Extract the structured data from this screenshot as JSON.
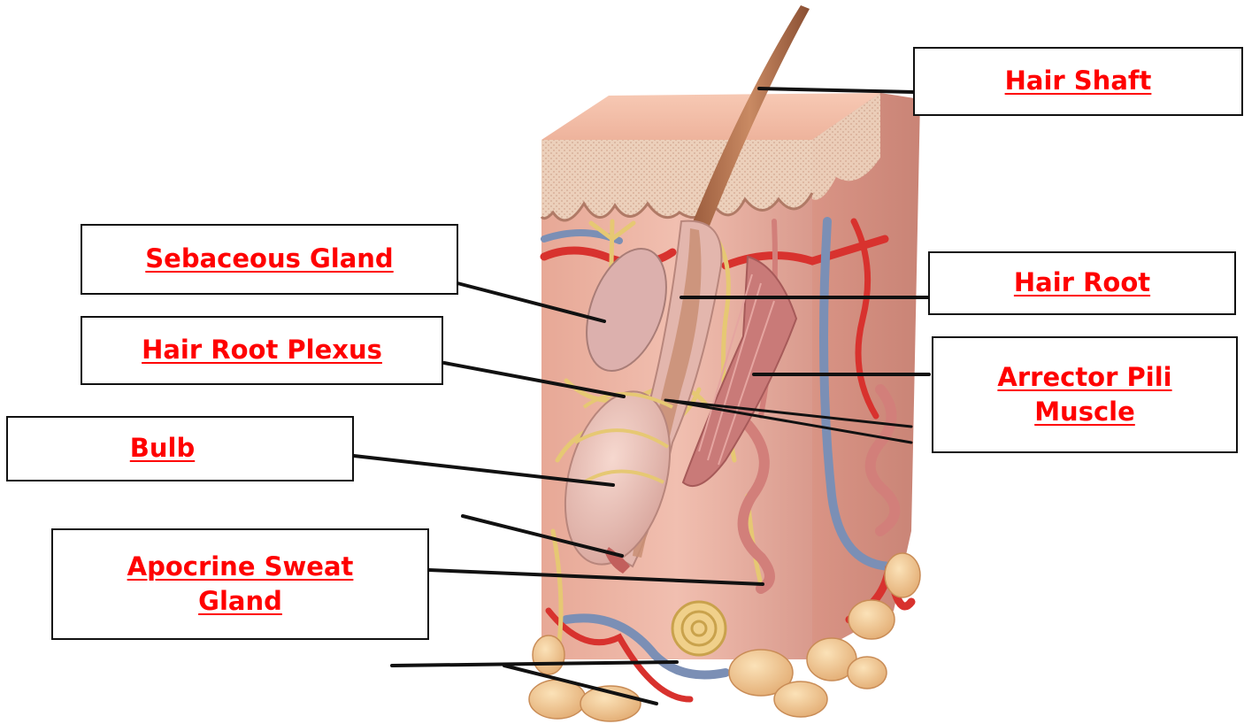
{
  "diagram": {
    "labels": {
      "hair_shaft": "Hair Shaft",
      "sebaceous_gland": "Sebaceous Gland",
      "hair_root": "Hair Root",
      "hair_root_plexus": "Hair Root Plexus",
      "arrector_pili_line1": "Arrector Pili",
      "arrector_pili_line2": "Muscle",
      "bulb": "Bulb",
      "apocrine_line1": "Apocrine Sweat",
      "apocrine_line2": "Gland"
    },
    "colors": {
      "label_text": "#ff0000",
      "box_border": "#111111",
      "leader_line": "#111111",
      "skin_surface": "#f2b8a2",
      "epidermis": "#e9c7b0",
      "dermis": "#efb3a3",
      "fat": "#f0c28a",
      "artery": "#d8322e",
      "vein": "#7b8fb5",
      "nerve": "#e6c873"
    }
  }
}
